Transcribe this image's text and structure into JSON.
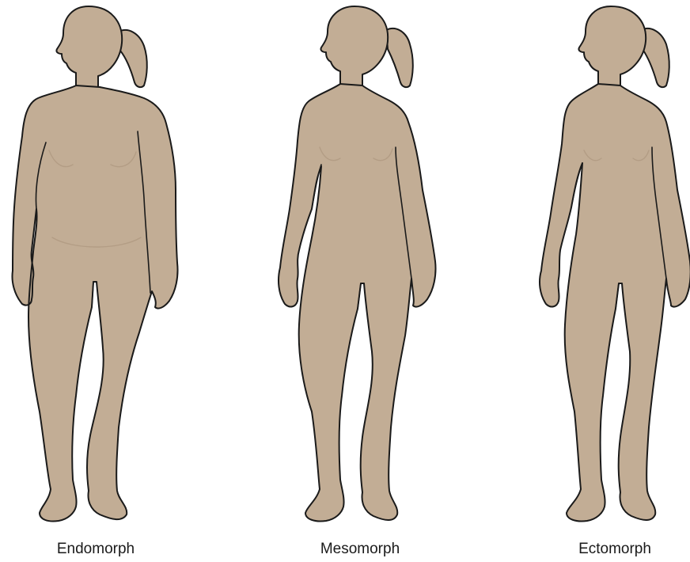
{
  "figures": [
    {
      "id": "endomorph",
      "label": "Endomorph"
    },
    {
      "id": "mesomorph",
      "label": "Mesomorph"
    },
    {
      "id": "ectomorph",
      "label": "Ectomorph"
    }
  ],
  "colors": {
    "skin": "#c2ad95",
    "outline": "#1a1a1a",
    "background": "#ffffff"
  }
}
